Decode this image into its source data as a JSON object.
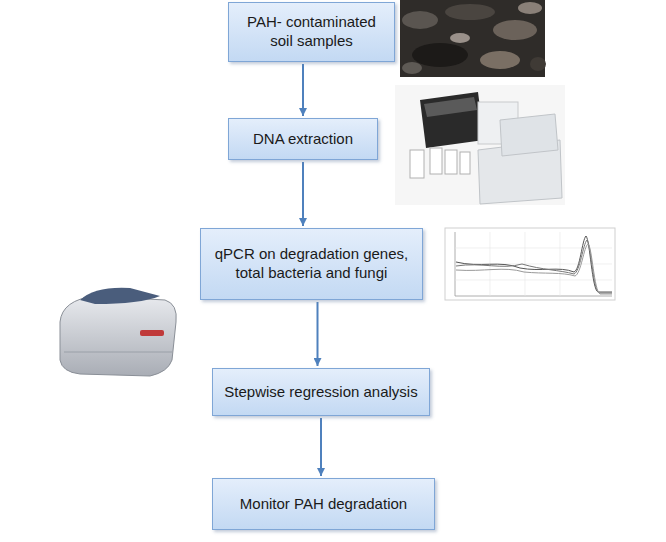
{
  "diagram": {
    "nodes": [
      {
        "text": [
          "PAH- contaminated soil samples"
        ]
      },
      {
        "text": [
          "DNA extraction"
        ]
      },
      {
        "text": [
          "qPCR on degradation genes, total bacteria and fungi"
        ]
      },
      {
        "text": [
          "Stepwise regression analysis"
        ]
      },
      {
        "text": [
          "Monitor PAH degradation"
        ]
      }
    ],
    "edges": [
      {
        "from": 0,
        "to": 1,
        "arrow": "to"
      },
      {
        "from": 1,
        "to": 2,
        "arrow": "to"
      },
      {
        "from": 2,
        "to": 3,
        "arrow": "to"
      },
      {
        "from": 3,
        "to": 4,
        "arrow": "to"
      }
    ]
  }
}
